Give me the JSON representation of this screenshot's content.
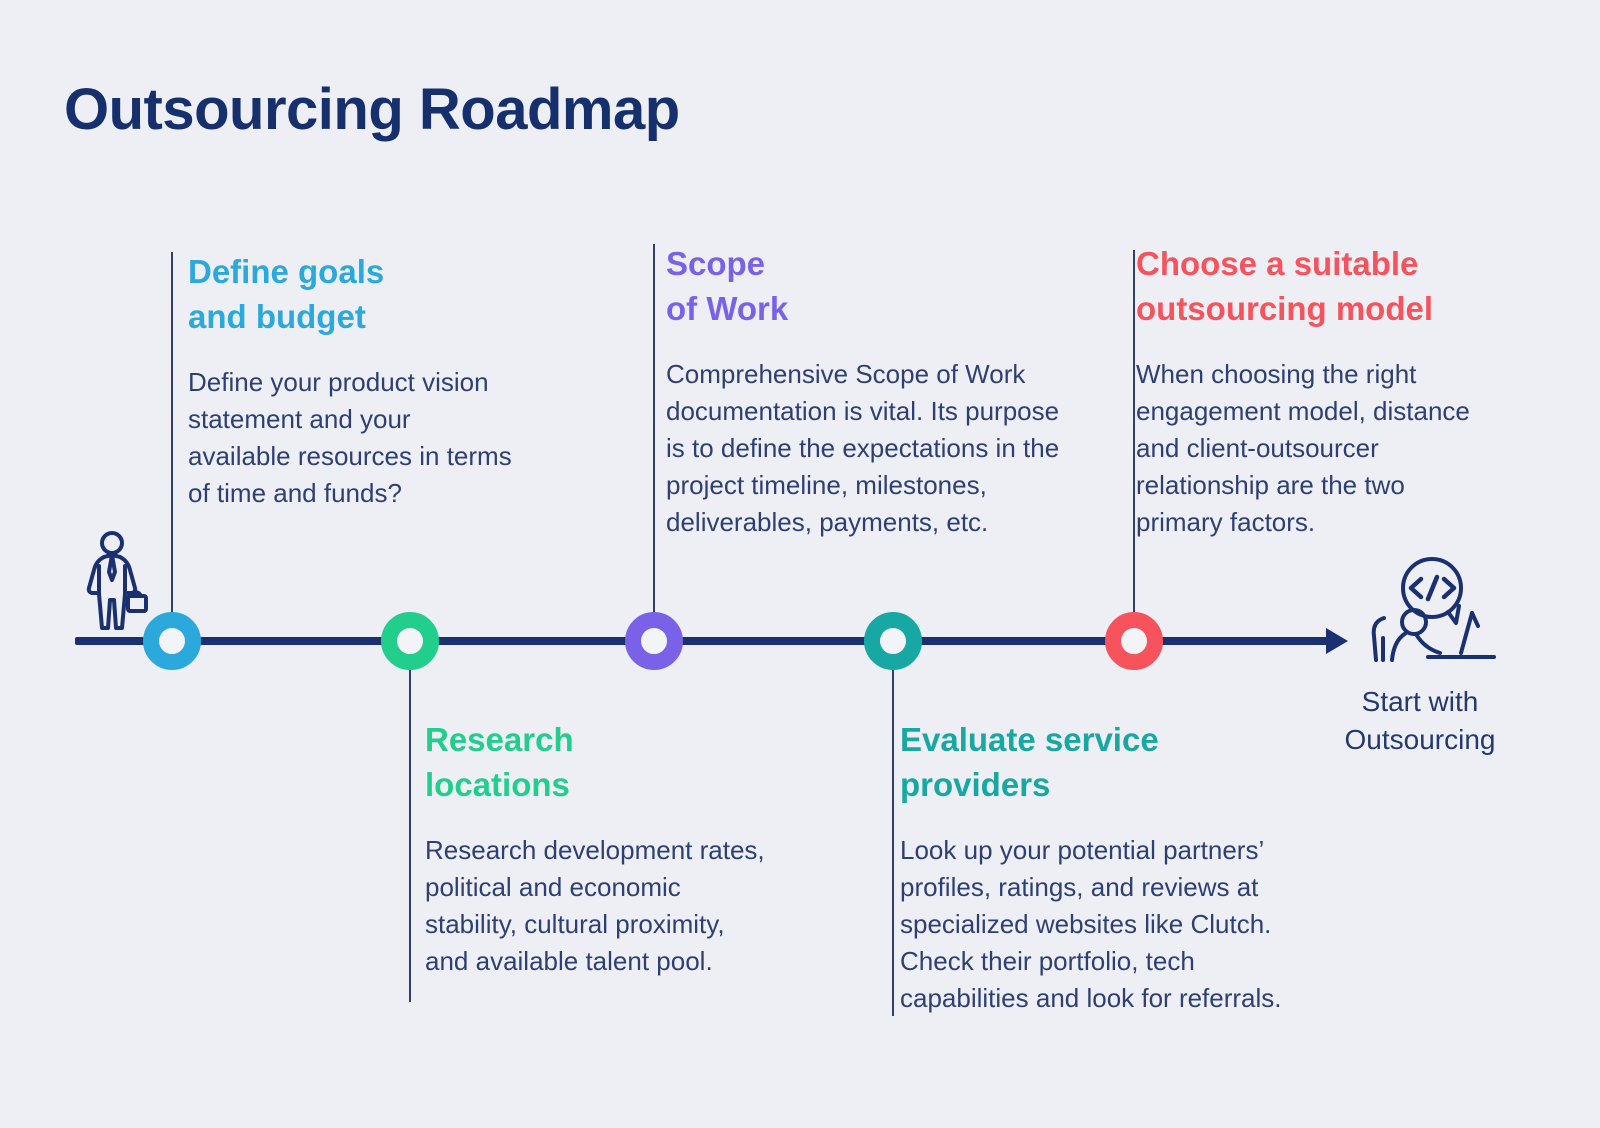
{
  "page": {
    "title": "Outsourcing Roadmap",
    "background_color": "#EDEFF4",
    "timeline_color": "#1B3070"
  },
  "milestones": [
    {
      "title": "Define goals\nand budget",
      "body": "Define your product vision\nstatement and your\navailable resources in terms\nof time and funds?",
      "color": "#2BA8DC",
      "position": "top"
    },
    {
      "title": "Research\nlocations",
      "body": "Research development rates,\npolitical and economic\nstability, cultural proximity,\nand available talent pool.",
      "color": "#21CE8B",
      "position": "bottom"
    },
    {
      "title": "Scope\nof Work",
      "body": "Comprehensive Scope of Work\ndocumentation is vital. Its purpose\nis to define the expectations in the\nproject timeline, milestones,\ndeliverables, payments, etc.",
      "color": "#7A62E8",
      "position": "top"
    },
    {
      "title": "Evaluate service\nproviders",
      "body": "Look up your potential partners’\nprofiles, ratings, and reviews at\nspecialized websites like Clutch.\nCheck their portfolio, tech\ncapabilities and look for referrals.",
      "color": "#17A8A3",
      "position": "bottom"
    },
    {
      "title": "Choose a suitable\noutsourcing model",
      "body": "When choosing the right\nengagement model, distance\nand client-outsourcer\nrelationship are the two\nprimary factors.",
      "color": "#F6535D",
      "position": "top"
    }
  ],
  "endpoint": {
    "label": "Start with\nOutsourcing"
  },
  "icons": {
    "start": "businessman-icon",
    "end": "developer-with-laptop-icon",
    "end_bubble_glyph": "</>"
  }
}
